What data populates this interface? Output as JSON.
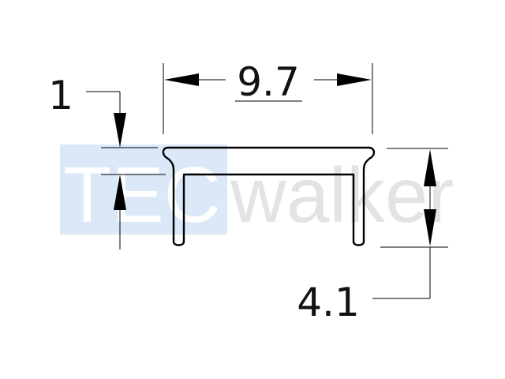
{
  "drawing": {
    "width_label": "9.7",
    "height_label": "4.1",
    "thickness_label": "1"
  },
  "watermark": {
    "brand_left": "TEC",
    "brand_right": "walker",
    "box_color": "#dbe8f7",
    "text_color": "#e3e3e3"
  }
}
